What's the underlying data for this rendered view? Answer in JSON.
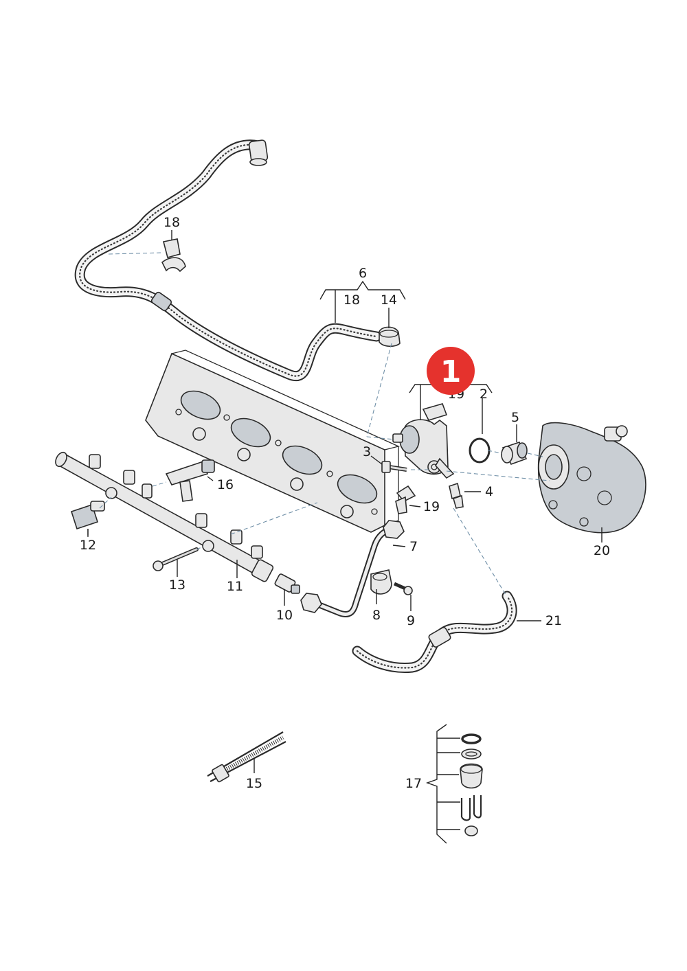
{
  "highlight": {
    "number": "1",
    "color": "#e5322d"
  },
  "callouts": {
    "c1": "1",
    "c2": "2",
    "c3": "3",
    "c4": "4",
    "c5": "5",
    "c6": "6",
    "c7": "7",
    "c8": "8",
    "c9": "9",
    "c10": "10",
    "c11": "11",
    "c12": "12",
    "c13": "13",
    "c14": "14",
    "c15": "15",
    "c16": "16",
    "c17": "17",
    "c18a": "18",
    "c18b": "18",
    "c19a": "19",
    "c19b": "19",
    "c20": "20",
    "c21": "21"
  },
  "colors": {
    "line": "#2a2a2a",
    "leader": "#6f8fa7",
    "part_fill": "#e8e8e8"
  }
}
